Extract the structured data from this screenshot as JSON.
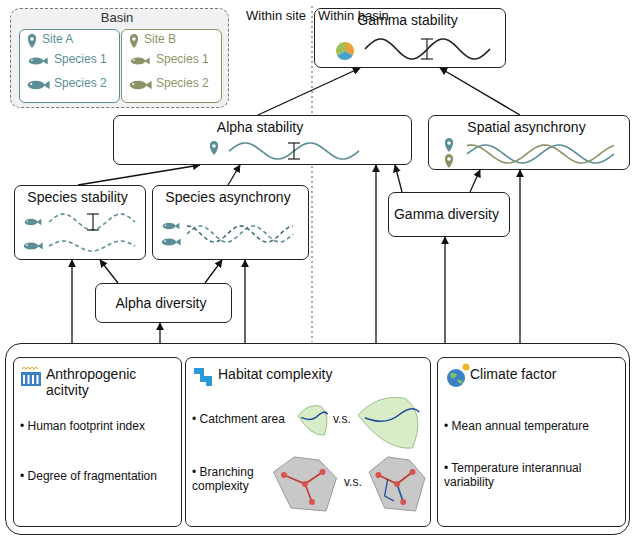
{
  "diagram": {
    "nodes": [
      {
        "text": [
          "Basin"
        ]
      },
      {
        "text": [
          "Site A",
          "Species 1",
          "Species 2"
        ],
        "in": 0
      },
      {
        "text": [
          "Site B",
          "Species 1",
          "Species 2"
        ],
        "in": 0
      },
      {
        "text": [
          "Gamma stability"
        ]
      },
      {
        "text": [
          "Alpha stability"
        ]
      },
      {
        "text": [
          "Spatial asynchrony"
        ]
      },
      {
        "text": [
          "Species stability"
        ]
      },
      {
        "text": [
          "Species asynchrony"
        ]
      },
      {
        "text": [
          "Gamma diversity"
        ]
      },
      {
        "text": [
          "Alpha diversity"
        ]
      },
      {
        "text": []
      },
      {
        "text": [
          "Anthropogenic acitvity",
          "• Human footprint index",
          "• Degree of fragmentation"
        ],
        "in": 10
      },
      {
        "text": [
          "Habitat complexity",
          "• Catchment area",
          "v.s.",
          "• Branching complexity",
          "v.s."
        ],
        "in": 10
      },
      {
        "text": [
          "Climate factor",
          "• Mean annual temperature",
          "• Temperature interannual variability"
        ],
        "in": 10
      }
    ],
    "edges": [
      {
        "from": 4,
        "to": 3,
        "arrow": "to"
      },
      {
        "from": 5,
        "to": 3,
        "arrow": "to"
      },
      {
        "from": 6,
        "to": 4,
        "arrow": "to"
      },
      {
        "from": 7,
        "to": 4,
        "arrow": "to"
      },
      {
        "from": 8,
        "to": 4,
        "arrow": "to"
      },
      {
        "from": 10,
        "to": 4,
        "arrow": "to"
      },
      {
        "from": 8,
        "to": 5,
        "arrow": "to"
      },
      {
        "from": 10,
        "to": 5,
        "arrow": "to"
      },
      {
        "from": 9,
        "to": 6,
        "arrow": "to"
      },
      {
        "from": 9,
        "to": 7,
        "arrow": "to"
      },
      {
        "from": 10,
        "to": 6,
        "arrow": "to"
      },
      {
        "from": 10,
        "to": 7,
        "arrow": "to"
      },
      {
        "from": 10,
        "to": 9,
        "arrow": "to"
      },
      {
        "from": 10,
        "to": 8,
        "arrow": "to"
      }
    ],
    "labels": [
      "Within site",
      "Within basin"
    ]
  }
}
